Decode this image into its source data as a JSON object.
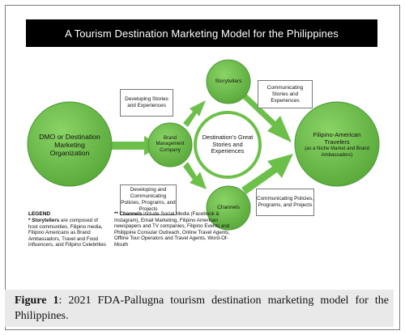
{
  "title": "A Tourism Destination Marketing Model for the Philippines",
  "nodes": {
    "dmo": "DMO or Destination Marketing Organization",
    "brand": "Brand Management Company",
    "center": "Destination's Great Stories and Experiences",
    "storytellers": "Storytellers",
    "channels": "Channels",
    "target": "Filipino-American Travelers",
    "target_sub": "(as a Niche Market and Brand Ambassadors)"
  },
  "boxes": {
    "developing_stories": "Developing Stories and Experiences",
    "developing_policies": "Developing and Communicating Policies, Programs, and Projects",
    "communicating_stories": "Communicating Stories and Experiences",
    "communicating_policies": "Communicating Policies, Programs, and Projects"
  },
  "legend": {
    "title": "LEGEND",
    "storytellers_label": "* Storytellers",
    "storytellers_text": " are composed of host communities, Filipino media, Filipino Americans as Brand Ambassadors, Travel and Food influencers, and Filipino Celebrities",
    "channels_label": "** Channels",
    "channels_text": " include Social Media (Facebook & Instagram), Email Marketing, Filipino American newspapers and TV companies, Filipino Events and Philippine Consular Outreach, Online Travel Agents, Offline Tour Operators and Travel Agents, Word-Of-Mouth"
  },
  "caption": {
    "label": "Figure 1",
    "text": ": 2021 FDA-Pallugna tourism destination marketing model for the Philippines."
  },
  "colors": {
    "green": "#6cc04a",
    "green_dark": "#4e9a36",
    "title_bg": "#000000"
  }
}
